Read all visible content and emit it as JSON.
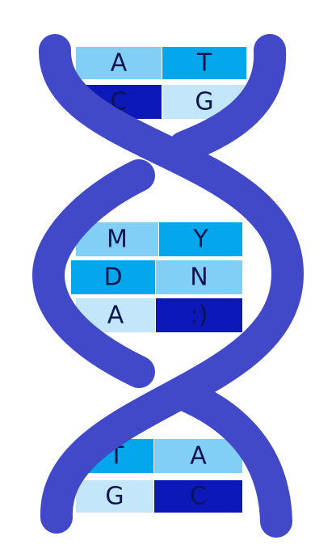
{
  "colors": {
    "strand": "#4249c8",
    "shade_light": "#c4e6fb",
    "shade_medium": "#82cff6",
    "shade_bright": "#04a6ec",
    "shade_dark": "#0c19b8",
    "letter": "#0a1550"
  },
  "base_pairs": [
    {
      "left": {
        "letter": "A",
        "shade": "shade_medium"
      },
      "right": {
        "letter": "T",
        "shade": "shade_bright"
      }
    },
    {
      "left": {
        "letter": "C",
        "shade": "shade_dark"
      },
      "right": {
        "letter": "G",
        "shade": "shade_light"
      }
    },
    {
      "left": {
        "letter": "M",
        "shade": "shade_medium"
      },
      "right": {
        "letter": "Y",
        "shade": "shade_bright"
      }
    },
    {
      "left": {
        "letter": "D",
        "shade": "shade_bright"
      },
      "right": {
        "letter": "N",
        "shade": "shade_medium"
      }
    },
    {
      "left": {
        "letter": "A",
        "shade": "shade_light"
      },
      "right": {
        "letter": ":)",
        "shade": "shade_dark"
      }
    },
    {
      "left": {
        "letter": "T",
        "shade": "shade_bright"
      },
      "right": {
        "letter": "A",
        "shade": "shade_medium"
      }
    },
    {
      "left": {
        "letter": "G",
        "shade": "shade_light"
      },
      "right": {
        "letter": "C",
        "shade": "shade_dark"
      }
    }
  ]
}
